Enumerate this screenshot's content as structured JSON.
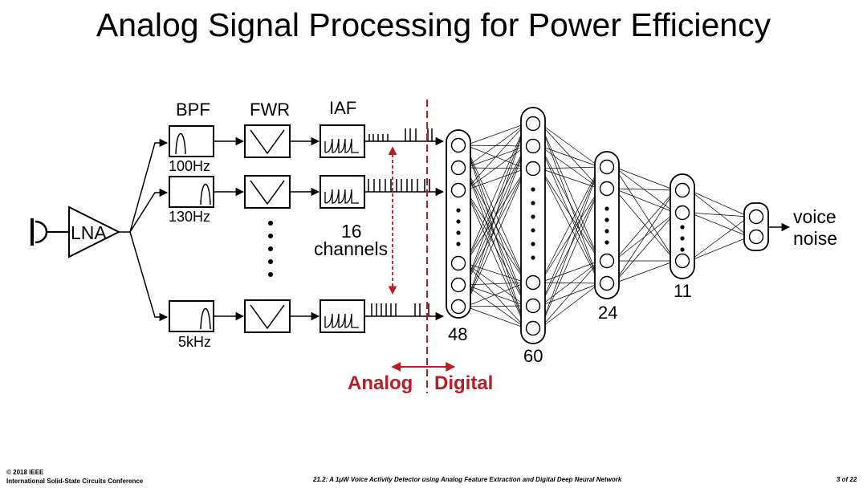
{
  "title": "Analog Signal Processing for Power Efficiency",
  "stages": {
    "bpf": "BPF",
    "fwr": "FWR",
    "iaf": "IAF"
  },
  "lna": "LNA",
  "frequencies": [
    "100Hz",
    "130Hz",
    "5kHz"
  ],
  "channels": {
    "count": "16",
    "label": "channels"
  },
  "network": {
    "layers": [
      "48",
      "60",
      "24",
      "11"
    ],
    "outputs": [
      "voice",
      "noise"
    ]
  },
  "boundary": {
    "analog": "Analog",
    "digital": "Digital",
    "color": "#b81d24"
  },
  "footer": {
    "copyright": "© 2018 IEEE",
    "conference": "International Solid-State Circuits Conference",
    "paper": "21.2: A 1μW Voice Activity Detector using Analog Feature Extraction and Digital Deep Neural Network",
    "page": "3 of 22"
  }
}
